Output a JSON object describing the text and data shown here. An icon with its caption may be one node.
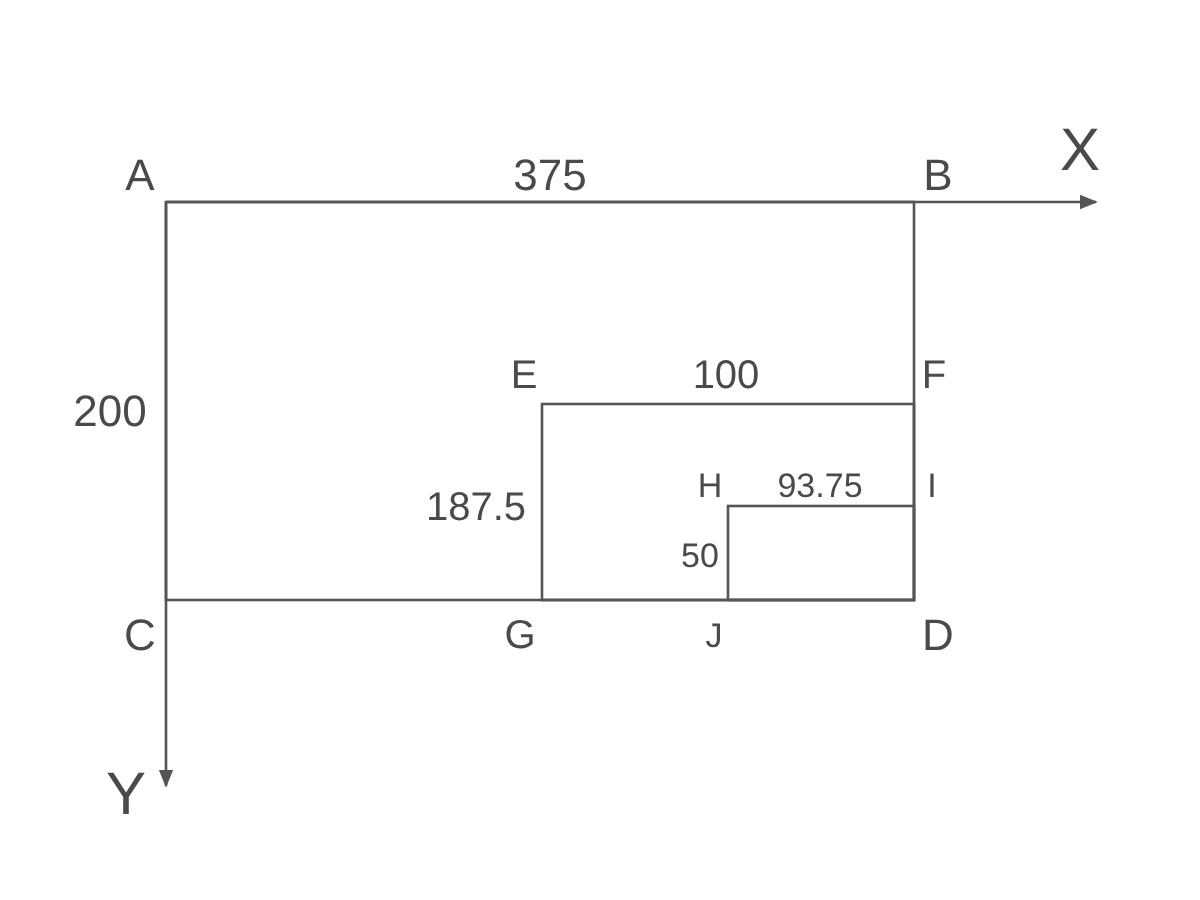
{
  "diagram": {
    "labels": [
      "A",
      "375",
      "B",
      "X",
      "E",
      "100",
      "F",
      "200",
      "H",
      "93.75",
      "I",
      "187.5",
      "50",
      "C",
      "G",
      "J",
      "D",
      "Y"
    ]
  }
}
